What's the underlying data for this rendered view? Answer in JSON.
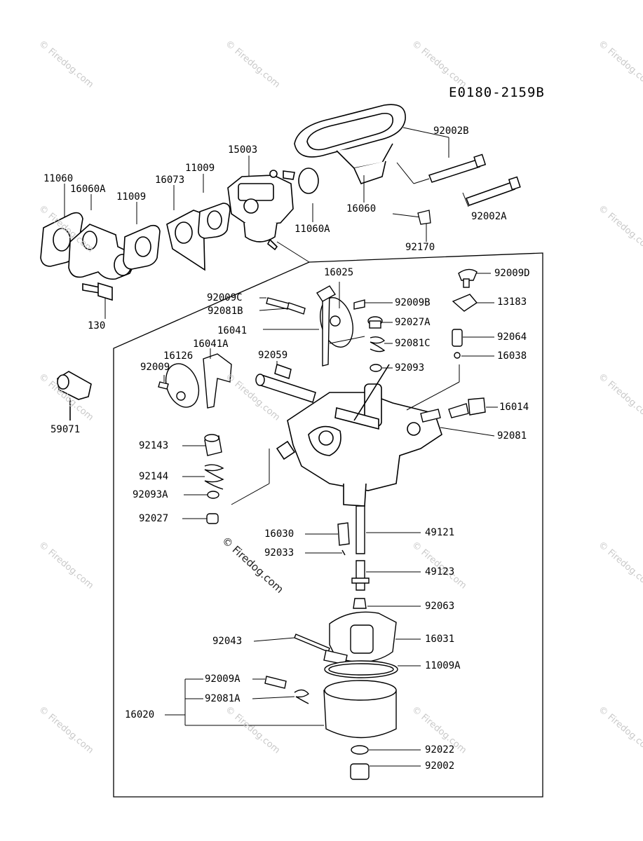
{
  "diagram": {
    "id": "E0180-2159B",
    "watermark_main": "© Firedog.com",
    "watermark_faint": "© Firedog.com",
    "labels": [
      "92002B",
      "11060",
      "16060A",
      "11009",
      "16073",
      "11009",
      "15003",
      "16060",
      "11060A",
      "92002A",
      "92170",
      "130",
      "16025",
      "92009D",
      "92009C",
      "92009B",
      "13183",
      "92081B",
      "92027A",
      "16041",
      "92081C",
      "92064",
      "16041A",
      "92059",
      "92093",
      "16038",
      "16126",
      "92009",
      "16014",
      "59071",
      "92081",
      "92143",
      "92144",
      "92093A",
      "92027",
      "16030",
      "49121",
      "92033",
      "49123",
      "92063",
      "92043",
      "16031",
      "11009A",
      "92009A",
      "92081A",
      "16020",
      "92022",
      "92002"
    ]
  }
}
